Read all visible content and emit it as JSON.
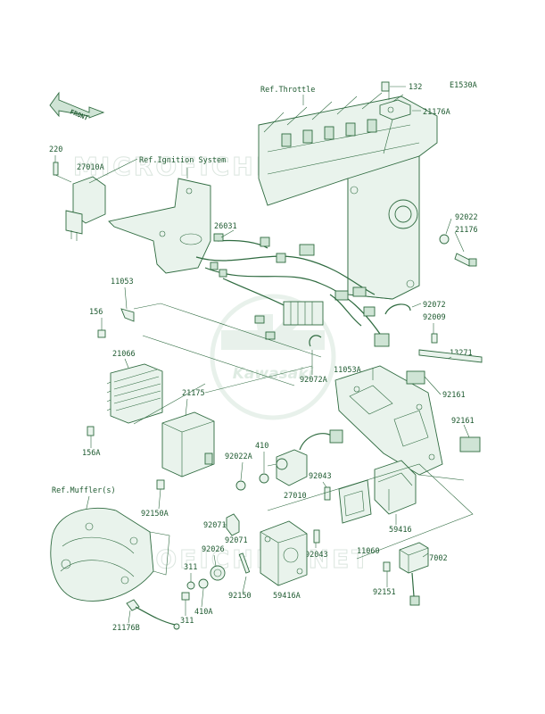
{
  "diagram_code": "E1530A",
  "watermark": {
    "text": "MICROFICHES.NET",
    "logo_text": "Kawasaki"
  },
  "front_arrow_label": "FRONT",
  "references": {
    "throttle": "Ref.Throttle",
    "ignition": "Ref.Ignition System",
    "muffler": "Ref.Muffler(s)"
  },
  "part_labels": {
    "p132": "132",
    "p21176A": "21176A",
    "p220": "220",
    "p27010A": "27010A",
    "p26031": "26031",
    "p92022": "92022",
    "p21176": "21176",
    "p11053": "11053",
    "p156": "156",
    "p92072": "92072",
    "p92009": "92009",
    "p13271": "13271",
    "p21066": "21066",
    "p11053A": "11053A",
    "p92072A": "92072A",
    "p92161a": "92161",
    "p21175": "21175",
    "p92161b": "92161",
    "p156A": "156A",
    "p410": "410",
    "p92022A": "92022A",
    "p27010": "27010",
    "p92043a": "92043",
    "p92150A": "92150A",
    "p92071A": "92071A",
    "p92071": "92071",
    "p92026": "92026",
    "p59416": "59416",
    "p92043b": "92043",
    "p11060": "11060",
    "p27002": "27002",
    "p311a": "311",
    "p92150": "92150",
    "p59416A": "59416A",
    "p92151": "92151",
    "p410A": "410A",
    "p21176B": "21176B",
    "p311b": "311"
  }
}
